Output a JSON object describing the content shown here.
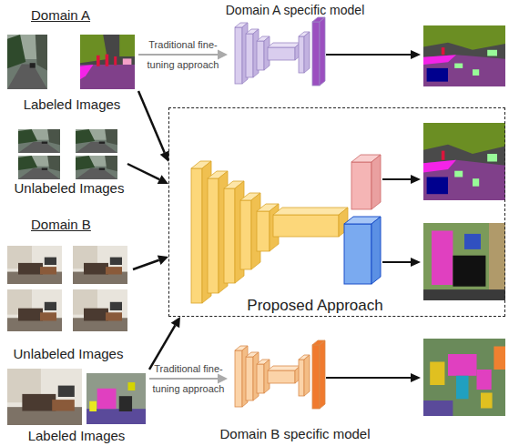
{
  "diagram": {
    "nodes": [
      {
        "text": [
          "Labeled Images"
        ]
      },
      {
        "text": [
          "Unlabeled Images"
        ]
      },
      {
        "text": [
          "Domain A specific model"
        ]
      },
      {
        "text": [
          "Proposed Approach"
        ]
      },
      {
        "text": [
          "Unlabeled Images"
        ]
      },
      {
        "text": [
          "Labeled Images"
        ]
      },
      {
        "text": [
          "Domain B specific model"
        ]
      }
    ],
    "edges": [
      {
        "from": 0,
        "to": 2,
        "label": "Traditional fine-tuning approach",
        "arrow": "to"
      },
      {
        "from": 0,
        "to": 3,
        "arrow": "to"
      },
      {
        "from": 1,
        "to": 3,
        "arrow": "to"
      },
      {
        "from": 4,
        "to": 3,
        "arrow": "to"
      },
      {
        "from": 5,
        "to": 3,
        "arrow": "to"
      },
      {
        "from": 5,
        "to": 6,
        "label": "Traditional fine-tuning approach",
        "arrow": "to"
      }
    ],
    "labels": [
      "Domain A",
      "Domain B"
    ]
  }
}
